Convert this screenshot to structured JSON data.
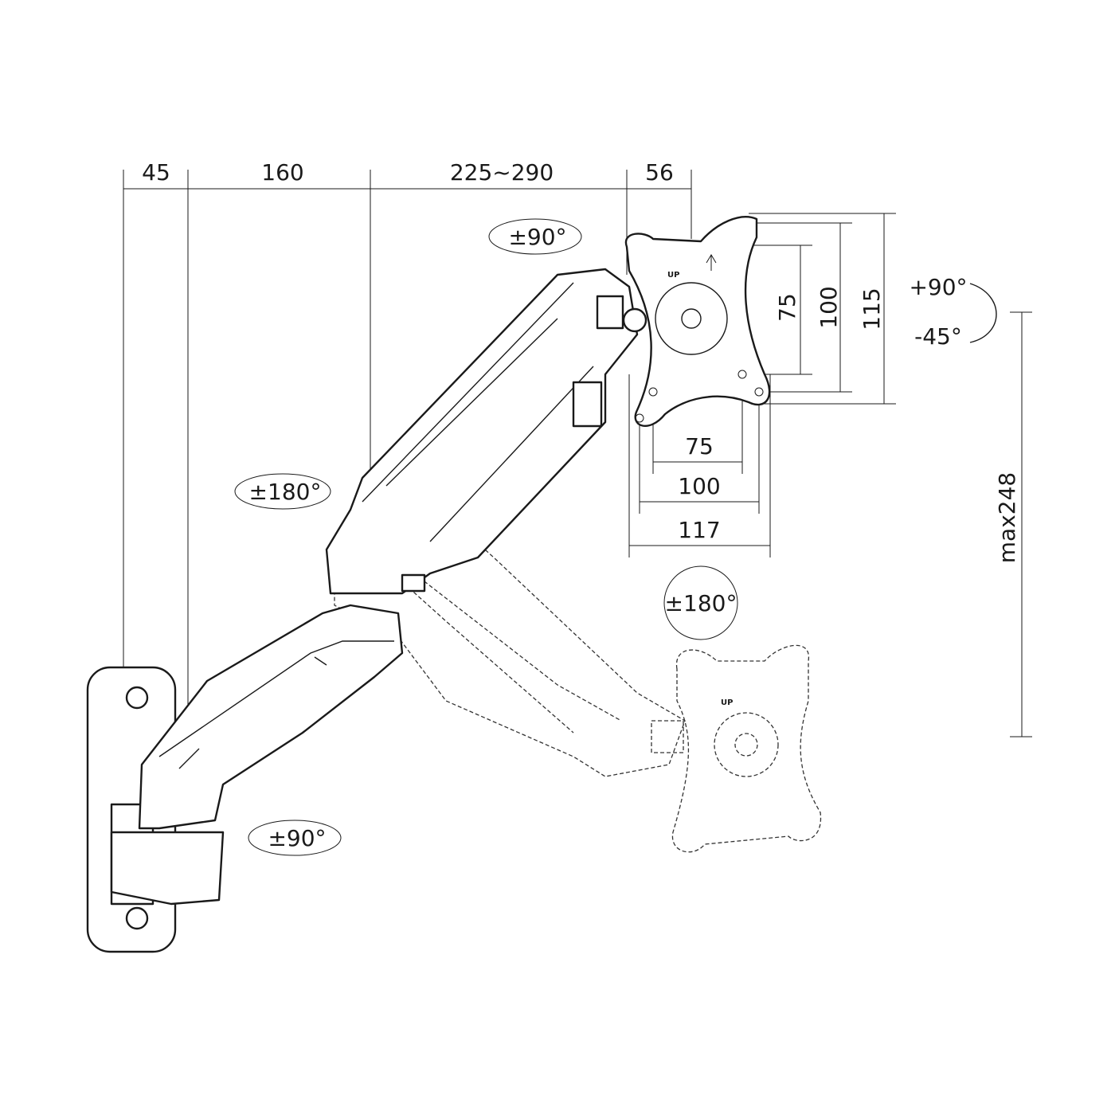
{
  "dimensions": {
    "top": [
      "45",
      "160",
      "225~290",
      "56"
    ],
    "plate_vertical": [
      "75",
      "100",
      "115"
    ],
    "plate_horizontal": [
      "75",
      "100",
      "117"
    ],
    "height_range": "max248"
  },
  "rotations": {
    "arm_top": "±90°",
    "arm_middle": "±180°",
    "arm_base": "±90°",
    "tilt_up": "+90°",
    "tilt_down": "-45°",
    "plate_rotation": "±180°"
  },
  "plate_labels": {
    "main_up": "UP",
    "ghost_up": "UP"
  }
}
